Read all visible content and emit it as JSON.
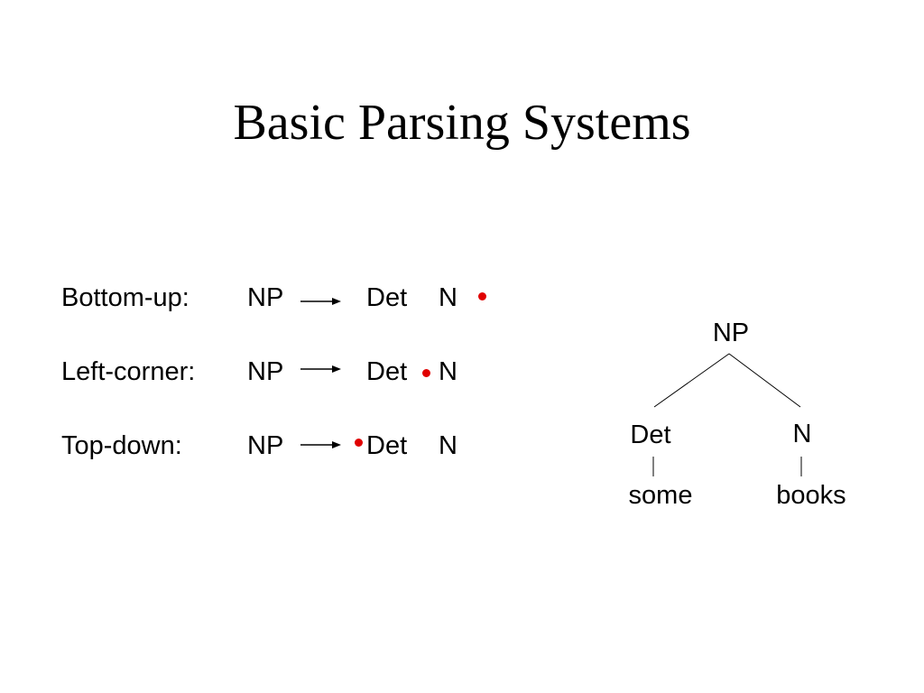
{
  "slide": {
    "title": "Basic Parsing Systems"
  },
  "rules": [
    {
      "label": "Bottom-up:",
      "lhs": "NP",
      "rhs": [
        "Det",
        "N"
      ],
      "dot_position": "after N"
    },
    {
      "label": "Left-corner:",
      "lhs": "NP",
      "rhs": [
        "Det",
        "N"
      ],
      "dot_position": "between Det and N"
    },
    {
      "label": "Top-down:",
      "lhs": "NP",
      "rhs": [
        "Det",
        "N"
      ],
      "dot_position": "before Det"
    }
  ],
  "tree": {
    "root": "NP",
    "children": [
      {
        "label": "Det",
        "word": "some"
      },
      {
        "label": "N",
        "word": "books"
      }
    ]
  },
  "colors": {
    "dot": "#e00000",
    "text": "#000000",
    "background": "#ffffff"
  }
}
